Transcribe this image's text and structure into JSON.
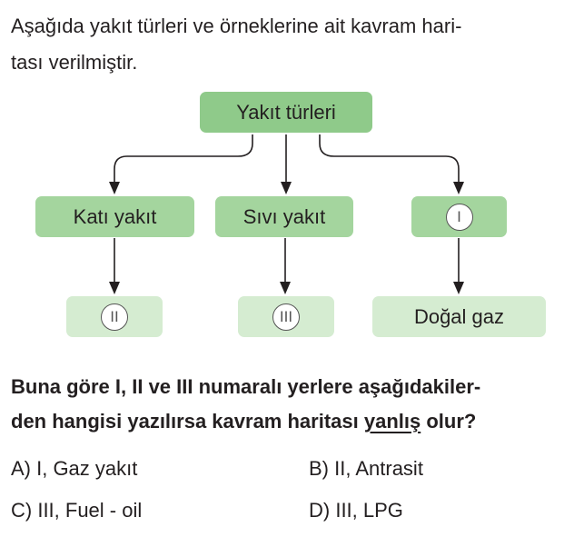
{
  "intro": {
    "line1": "Aşağıda yakıt türleri ve örneklerine ait kavram hari-",
    "line2": "tası verilmiştir."
  },
  "diagram": {
    "root": "Yakıt türleri",
    "level2": [
      "Katı yakıt",
      "Sıvı yakıt",
      "I"
    ],
    "level3": [
      "II",
      "III",
      "Doğal gaz"
    ]
  },
  "question": {
    "line1": "Buna göre I, II ve III numaralı yerlere aşağıdakiler-",
    "line2_pre": "den hangisi yazılırsa kavram haritası ",
    "line2_underlined": "yanlış",
    "line2_post": " olur?"
  },
  "options": {
    "A": "A) I, Gaz yakıt",
    "B": "B) II, Antrasit",
    "C": "C) III, Fuel - oil",
    "D": "D) III, LPG"
  }
}
